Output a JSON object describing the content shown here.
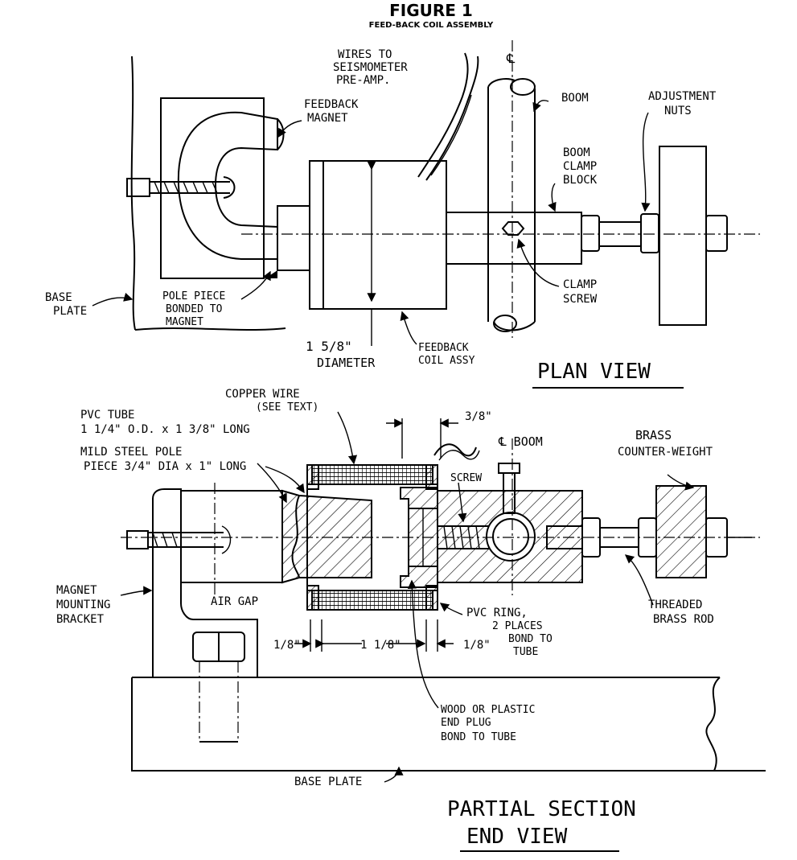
{
  "figure": {
    "title": "FIGURE 1",
    "subtitle": "FEED-BACK COIL ASSEMBLY"
  },
  "plan_view": {
    "view_title": "PLAN VIEW",
    "labels": {
      "wires_1": "WIRES TO",
      "wires_2": "SEISMOMETER",
      "wires_3": "PRE-AMP.",
      "feedback_magnet_1": "FEEDBACK",
      "feedback_magnet_2": "MAGNET",
      "boom": "BOOM",
      "adjustment_1": "ADJUSTMENT",
      "adjustment_2": "NUTS",
      "clamp_block_1": "BOOM",
      "clamp_block_2": "CLAMP",
      "clamp_block_3": "BLOCK",
      "base_plate_1": "BASE",
      "base_plate_2": "PLATE",
      "pole_piece_1": "POLE PIECE",
      "pole_piece_2": "BONDED TO",
      "pole_piece_3": "MAGNET",
      "clamp_screw_1": "CLAMP",
      "clamp_screw_2": "SCREW",
      "dia_value": "1 5/8\"",
      "dia_label": "DIAMETER",
      "coil_assy_1": "FEEDBACK",
      "coil_assy_2": "COIL ASSY",
      "centerline": "℄"
    }
  },
  "end_view": {
    "view_title_1": "PARTIAL SECTION",
    "view_title_2": "END VIEW",
    "labels": {
      "copper_1": "COPPER WIRE",
      "copper_2": "(SEE TEXT)",
      "pvc_tube_1": "PVC TUBE",
      "pvc_tube_2": "1 1/4\" O.D. x 1 3/8\" LONG",
      "pole_1": "MILD STEEL POLE",
      "pole_2": "PIECE 3/4\" DIA x 1\" LONG",
      "three_eighths": "3/8\"",
      "cl_boom": "℄ BOOM",
      "screw": "SCREW",
      "brass_1": "BRASS",
      "brass_2": "COUNTER-WEIGHT",
      "bracket_1": "MAGNET",
      "bracket_2": "MOUNTING",
      "bracket_3": "BRACKET",
      "air_gap": "AIR GAP",
      "pvc_ring_1": "PVC RING,",
      "pvc_ring_2": "2 PLACES",
      "pvc_ring_3": "BOND TO",
      "pvc_ring_4": "TUBE",
      "threaded_1": "THREADED",
      "threaded_2": "BRASS ROD",
      "dim_left": "1/8\"",
      "dim_mid": "1 1/8\"",
      "dim_right": "1/8\"",
      "plug_1": "WOOD OR PLASTIC",
      "plug_2": "END PLUG",
      "plug_3": "BOND TO TUBE",
      "base_plate": "BASE PLATE"
    }
  }
}
